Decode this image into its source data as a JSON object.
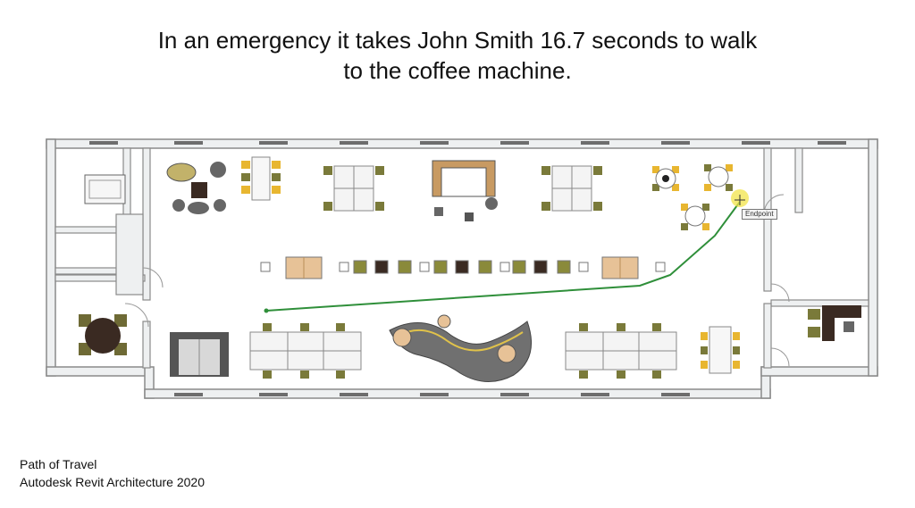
{
  "headline": {
    "line1": "In an emergency it takes John Smith 16.7 seconds to walk",
    "line2": "to the coffee machine."
  },
  "caption": {
    "line1": "Path of Travel",
    "line2": "Autodesk Revit Architecture 2020"
  },
  "plan": {
    "endpoint_label": "Endpoint",
    "colors": {
      "wall": "#8a8a8a",
      "wall_fill": "#eef0f1",
      "path": "#2f8f3a",
      "endpoint_highlight": "#f1e44a",
      "chair_green": "#7a7a3a",
      "chair_yellow": "#e8b630",
      "desk": "#f4f4f4",
      "wood": "#c89a62",
      "dark": "#3a2a22"
    }
  }
}
